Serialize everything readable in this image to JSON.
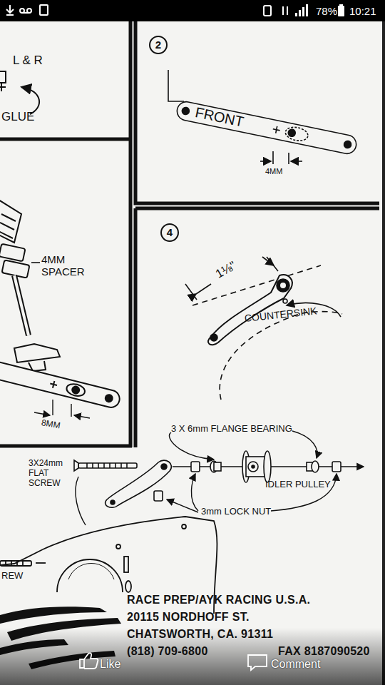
{
  "diagram": {
    "labels": [
      "78%",
      "10:21",
      "L & R",
      "GLUE",
      "2",
      "FRONT",
      "4MM",
      "4MM SPACER",
      "8MM",
      "4",
      "1⅛\"",
      "COUNTERSINK",
      "3 X 6mm FLANGE BEARING",
      "3X24mm FLAT SCREW",
      "IDLER PULLEY",
      "3mm LOCK NUT",
      "REW",
      "RACE PREP/AYK RACING U.S.A.",
      "20115 NORDHOFF ST.",
      "CHATSWORTH, CA. 91311",
      "(818) 709-6800",
      "FAX 8187090520",
      "Like",
      "Comment"
    ]
  }
}
